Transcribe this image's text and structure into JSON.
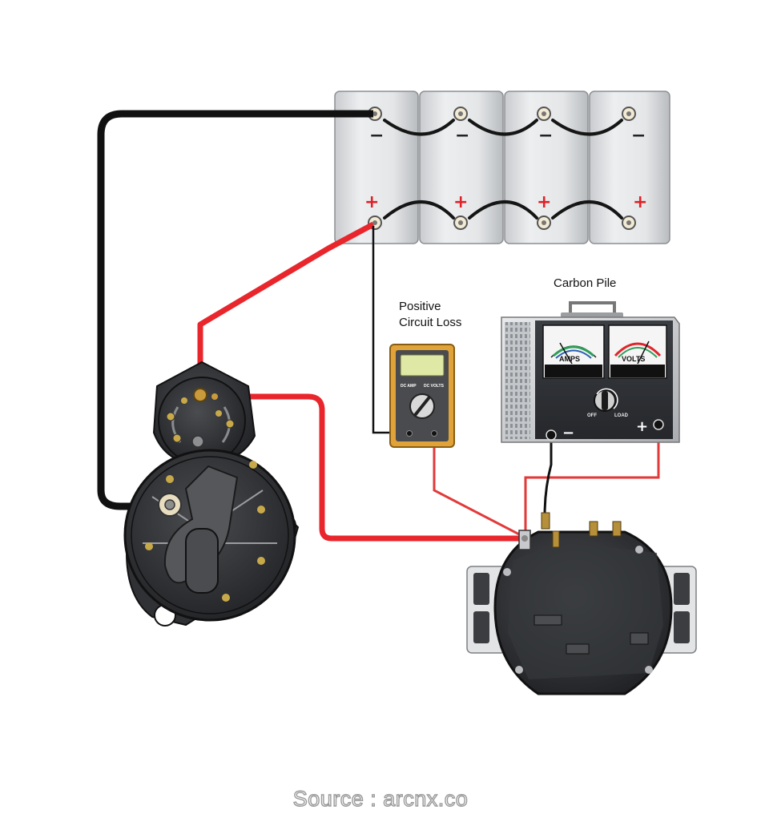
{
  "labels": {
    "carbon_pile": "Carbon Pile",
    "positive_line1": "Positive",
    "positive_line2": "Circuit Loss"
  },
  "battery": {
    "cell_count": 4,
    "negative_sign": "−",
    "positive_sign": "+"
  },
  "multimeter": {
    "dc_amp": "DC AMP",
    "dc_volts": "DC VOLTS"
  },
  "tester": {
    "amps": "AMPS",
    "volts": "VOLTS",
    "off": "OFF",
    "load": "LOAD",
    "minus": "−",
    "plus": "+"
  },
  "caption": "Source : arcnx.co",
  "colors": {
    "ground_cable": "#111111",
    "positive_cable": "#e8262c",
    "test_lead": "#e23a3a",
    "battery_case": "#e2e3e5",
    "meter_body": "#e0a33a",
    "meter_display": "#dfe8a5",
    "tester_case": "#2f3236",
    "motor_body": "#2a2b2e"
  }
}
